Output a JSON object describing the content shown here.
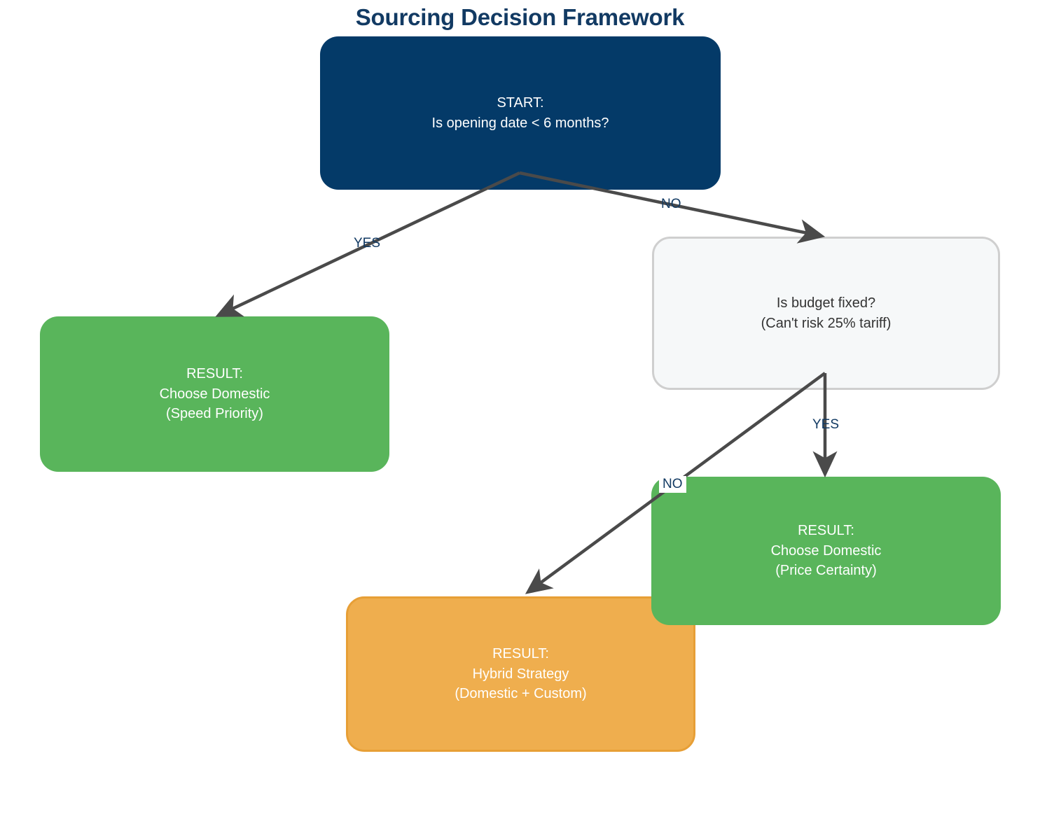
{
  "title": "Sourcing Decision Framework",
  "colors": {
    "start_fill": "#043a68",
    "decision_fill": "#f6f8f9",
    "decision_border": "#cfcfcf",
    "result_green": "#59b55b",
    "result_orange": "#efae4e",
    "result_orange_border": "#e79f36",
    "edge_stroke": "#4a4a4a",
    "label_text": "#123a63",
    "title_text": "#123a63",
    "canvas_bg": "#ffffff"
  },
  "nodes": {
    "start": {
      "id": "start",
      "kind": "start",
      "text": "START:\nIs opening date < 6 months?"
    },
    "decision_budget": {
      "id": "decision_budget",
      "kind": "decision",
      "text": "Is budget fixed?\n(Can't risk 25% tariff)"
    },
    "result_speed": {
      "id": "result_speed",
      "kind": "result-green",
      "text": "RESULT:\nChoose Domestic\n(Speed Priority)"
    },
    "result_price": {
      "id": "result_price",
      "kind": "result-green",
      "text": "RESULT:\nChoose Domestic\n(Price Certainty)"
    },
    "result_hybrid": {
      "id": "result_hybrid",
      "kind": "result-orange",
      "text": "RESULT:\nHybrid Strategy\n(Domestic + Custom)"
    }
  },
  "edges": [
    {
      "id": "start-yes",
      "from": "start",
      "to": "result_speed",
      "label": "YES"
    },
    {
      "id": "start-no",
      "from": "start",
      "to": "decision_budget",
      "label": "NO"
    },
    {
      "id": "budget-yes",
      "from": "decision_budget",
      "to": "result_price",
      "label": "YES"
    },
    {
      "id": "budget-no",
      "from": "decision_budget",
      "to": "result_hybrid",
      "label": "NO"
    }
  ],
  "chart_data": {
    "type": "diagram",
    "title": "Sourcing Decision Framework",
    "flow": [
      {
        "question": "START: Is opening date < 6 months?",
        "answer": "YES",
        "leads_to": "RESULT: Choose Domestic (Speed Priority)"
      },
      {
        "question": "START: Is opening date < 6 months?",
        "answer": "NO",
        "leads_to": "Is budget fixed? (Can't risk 25% tariff)"
      },
      {
        "question": "Is budget fixed? (Can't risk 25% tariff)",
        "answer": "YES",
        "leads_to": "RESULT: Choose Domestic (Price Certainty)"
      },
      {
        "question": "Is budget fixed? (Can't risk 25% tariff)",
        "answer": "NO",
        "leads_to": "RESULT: Hybrid Strategy (Domestic + Custom)"
      }
    ]
  }
}
